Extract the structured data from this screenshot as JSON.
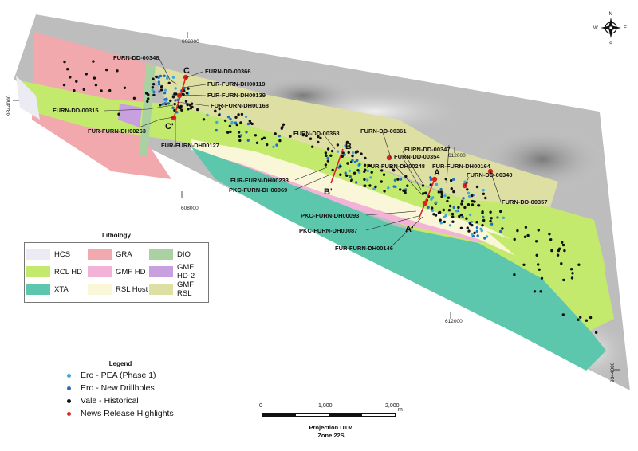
{
  "coords": {
    "top_easting_1": "608000",
    "mid_easting_2": "608000",
    "right_easting": "612000",
    "bottom_easting": "612000",
    "left_northing": "9344000",
    "right_northing": "9344000"
  },
  "compass": {
    "n": "N",
    "s": "S",
    "e": "E",
    "w": "W"
  },
  "sections": {
    "a": "A",
    "a_prime": "A'",
    "b": "B",
    "b_prime": "B'",
    "c": "C",
    "c_prime": "C'"
  },
  "drillholes": [
    "FURN-DD-00348",
    "FURN-DD-00366",
    "FUR-FURN-DH00119",
    "FUR-FURN-DH00139",
    "FURN-DD-00315",
    "FUR-FURN-DH00168",
    "FUR-FURN-DH00263",
    "FUR-FURN-DH00127",
    "FURN-DD-00368",
    "FURN-DD-00361",
    "FURN-DD-00347",
    "FURN-DD-00354",
    "FUR-FURN-DH00248",
    "FUR-FURN-DH00164",
    "FURN-DD-00340",
    "FURN-DD-00357",
    "FUR-FURN-DH00233",
    "PKC-FURN-DH00069",
    "PKC-FURN-DH00093",
    "PKC-FURN-DH00087",
    "FUR-FURN-DH00146"
  ],
  "lithology": {
    "title": "Lithology",
    "items": [
      {
        "code": "HCS",
        "color": "#ecebf3"
      },
      {
        "code": "GRA",
        "color": "#f2a9ad"
      },
      {
        "code": "DIO",
        "color": "#a9d1a2"
      },
      {
        "code": "RCL HD",
        "color": "#c4ea6d"
      },
      {
        "code": "GMF HD",
        "color": "#f3b3d8"
      },
      {
        "code": "GMF HD-2",
        "color": "#c8a0e0"
      },
      {
        "code": "XTA",
        "color": "#5cc7ad"
      },
      {
        "code": "RSL Host",
        "color": "#faf6d8"
      },
      {
        "code": "GMF RSL",
        "color": "#dedfa2"
      }
    ]
  },
  "legend": {
    "title": "Legend",
    "items": [
      {
        "label": "Ero - PEA (Phase 1)",
        "color": "#3fa7d9"
      },
      {
        "label": "Ero - New Drillholes",
        "color": "#1f6fc0"
      },
      {
        "label": "Vale - Historical",
        "color": "#111111"
      },
      {
        "label": "News Release Highlights",
        "color": "#e0261b"
      }
    ]
  },
  "scale": {
    "ticks": [
      "0",
      "1,000",
      "2,000"
    ],
    "unit": "m",
    "projection": "Projection UTM",
    "zone": "Zone 22S"
  }
}
